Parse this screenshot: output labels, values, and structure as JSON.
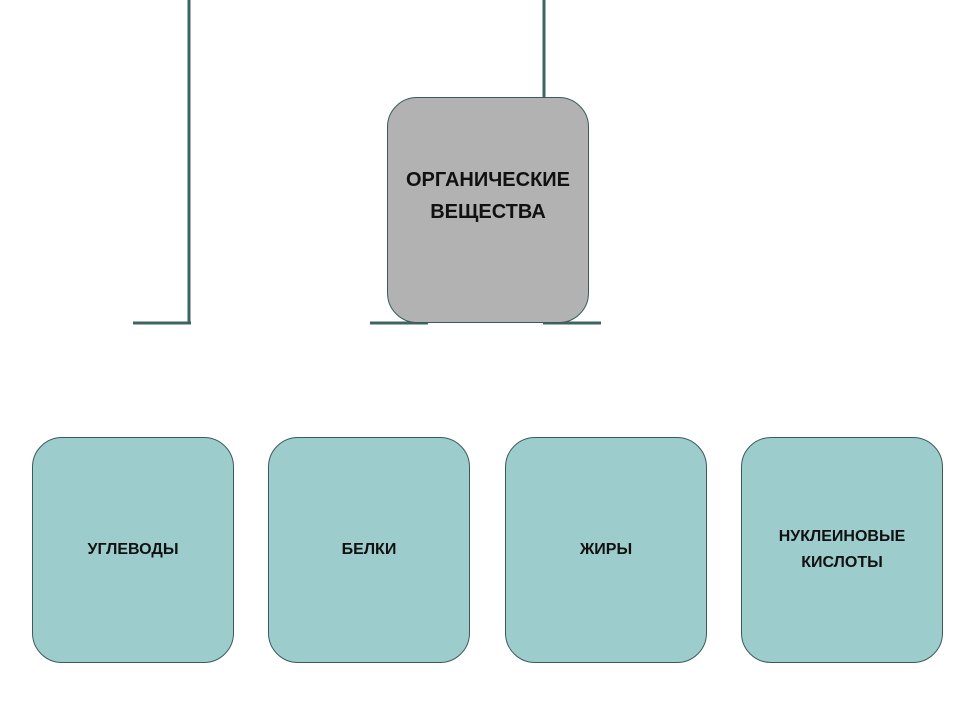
{
  "diagram": {
    "root": {
      "label": "ОРГАНИЧЕСКИЕ\nВЕЩЕСТВА"
    },
    "children": [
      {
        "label": "УГЛЕВОДЫ"
      },
      {
        "label": "БЕЛКИ"
      },
      {
        "label": "ЖИРЫ"
      },
      {
        "label": "НУКЛЕИНОВЫЕ\nКИСЛОТЫ"
      }
    ]
  },
  "colors": {
    "root_fill": "#b2b2b2",
    "child_fill": "#9dcccd",
    "connector": "#3c6464",
    "border": "#3c5a5a"
  }
}
